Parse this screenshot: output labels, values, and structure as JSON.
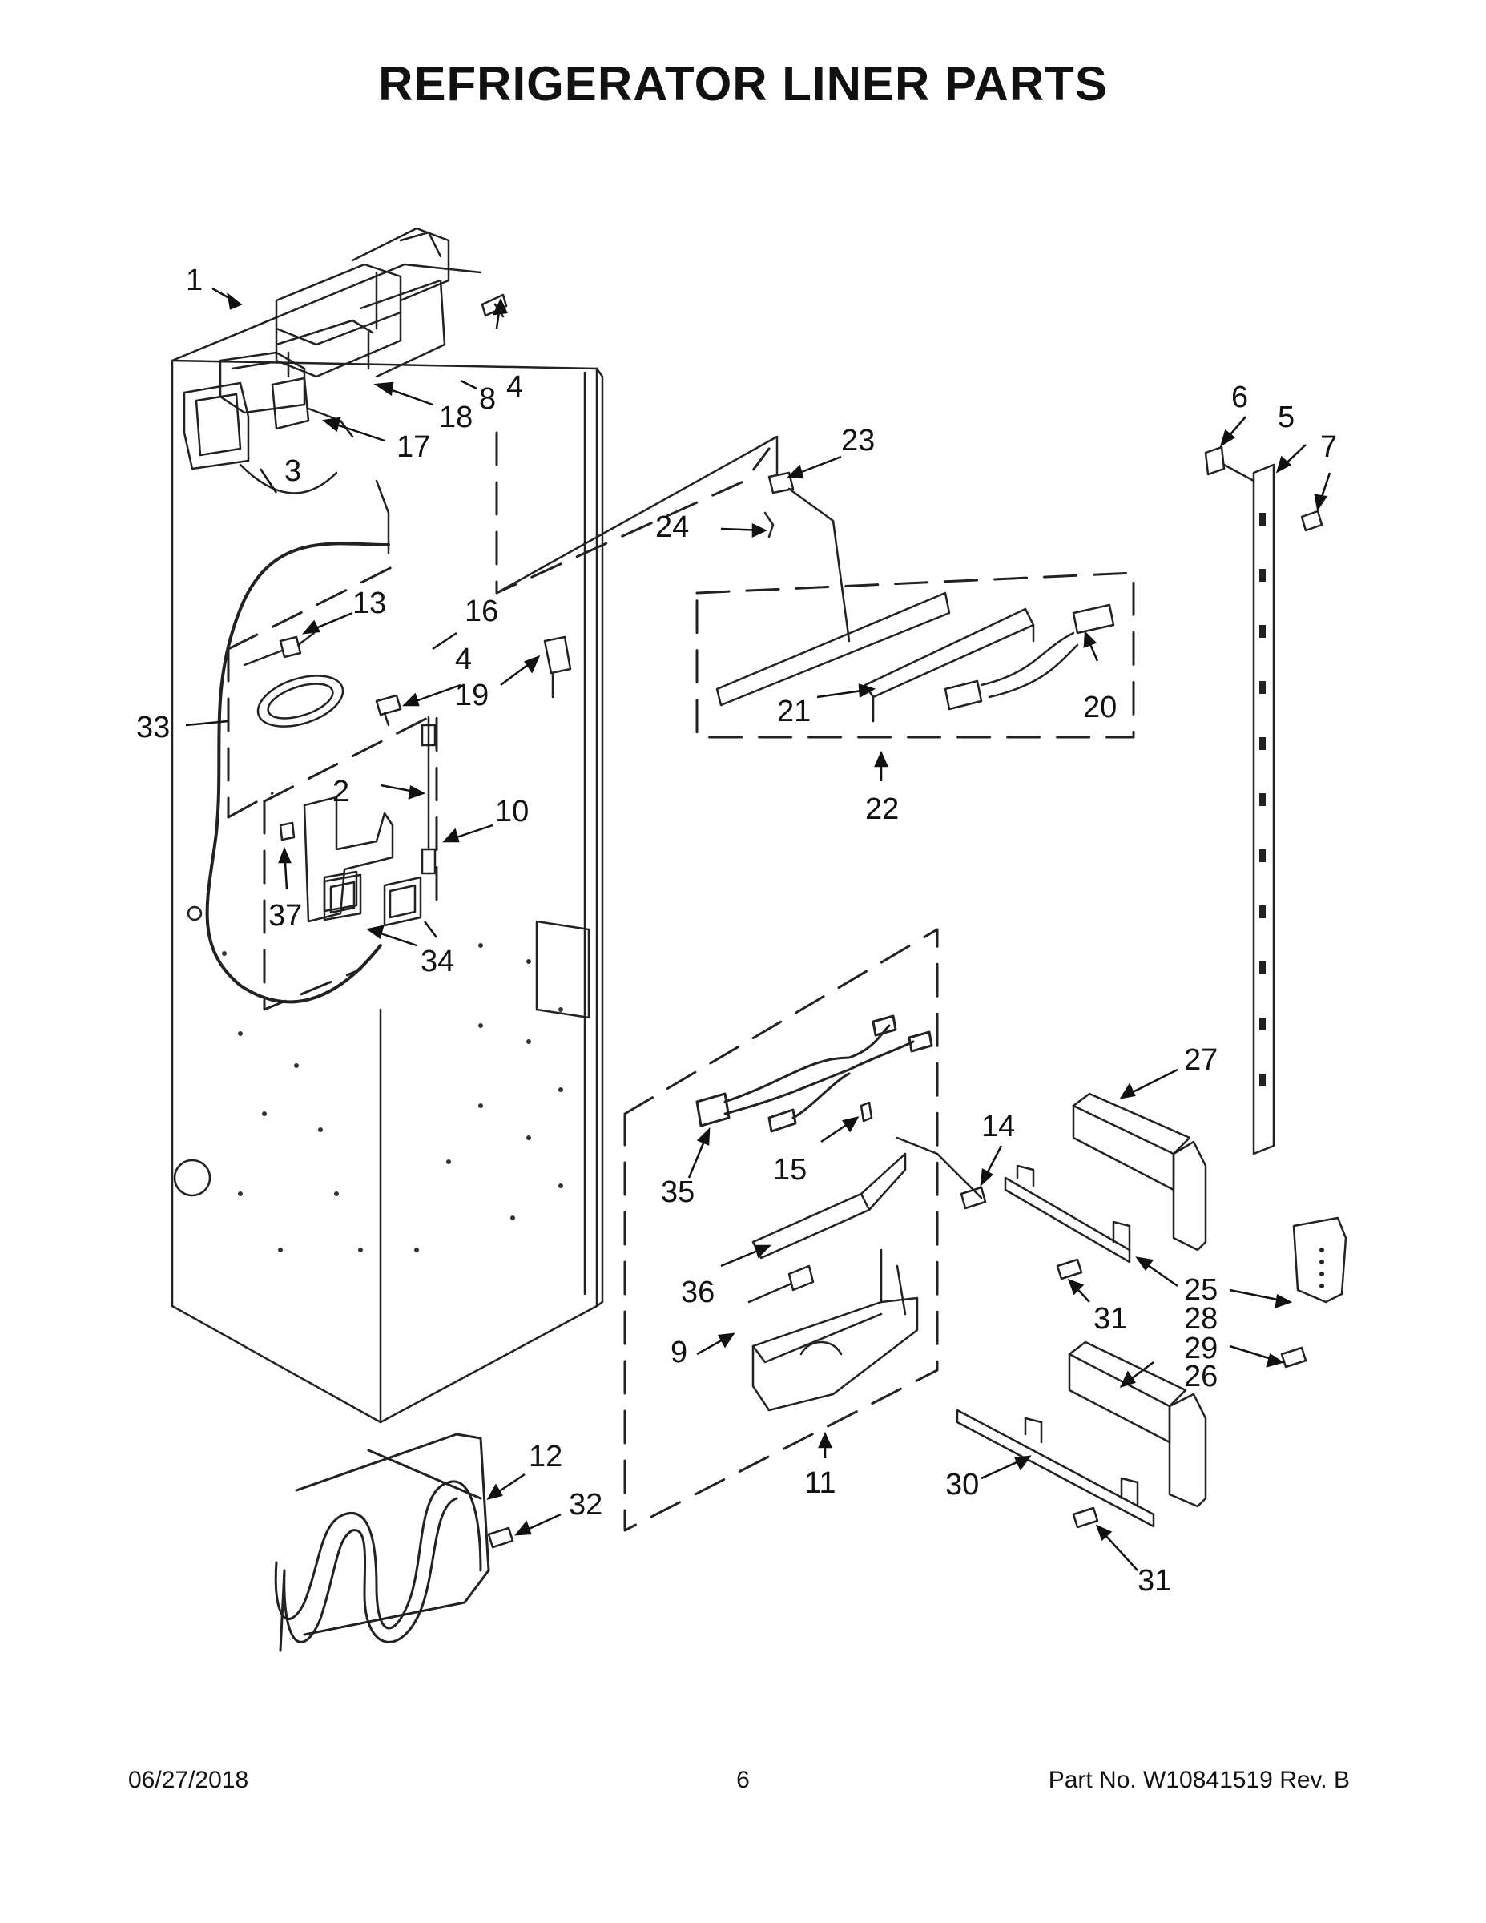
{
  "title": "REFRIGERATOR LINER PARTS",
  "callouts": [
    "1",
    "2",
    "3",
    "4",
    "4",
    "5",
    "6",
    "7",
    "8",
    "9",
    "10",
    "11",
    "12",
    "13",
    "14",
    "15",
    "16",
    "17",
    "18",
    "19",
    "20",
    "21",
    "22",
    "23",
    "24",
    "25",
    "26",
    "27",
    "28",
    "29",
    "30",
    "31",
    "31",
    "32",
    "33",
    "34",
    "35",
    "36",
    "37"
  ],
  "footer": {
    "date": "06/27/2018",
    "page": "6",
    "part_number": "Part No.  W10841519  Rev.  B"
  }
}
